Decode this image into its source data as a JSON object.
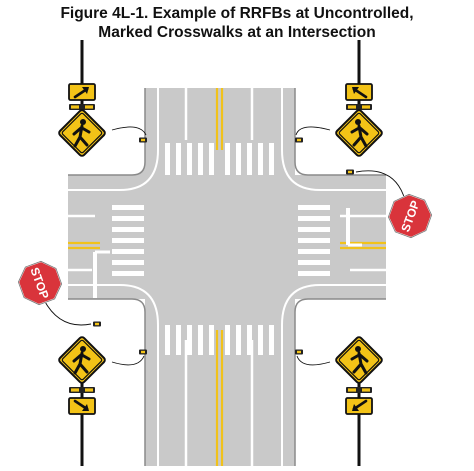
{
  "figure": {
    "title_line1": "Figure 4L-1.  Example of RRFBs at Uncontrolled,",
    "title_line2": "Marked Crosswalks at an Intersection"
  },
  "signs": {
    "stop_label": "STOP"
  },
  "colors": {
    "pavement": "#c9c9c9",
    "pavement_edge": "#8a8a8a",
    "center_line": "#f1c21b",
    "warning_sign": "#f3c317",
    "stop_sign": "#d9343b",
    "background": "#ffffff"
  },
  "icons": [
    "pedestrian-crossing-sign",
    "diagonal-arrow-plaque",
    "rrfb-light-bar",
    "pedestrian-pushbutton",
    "stop-sign"
  ]
}
